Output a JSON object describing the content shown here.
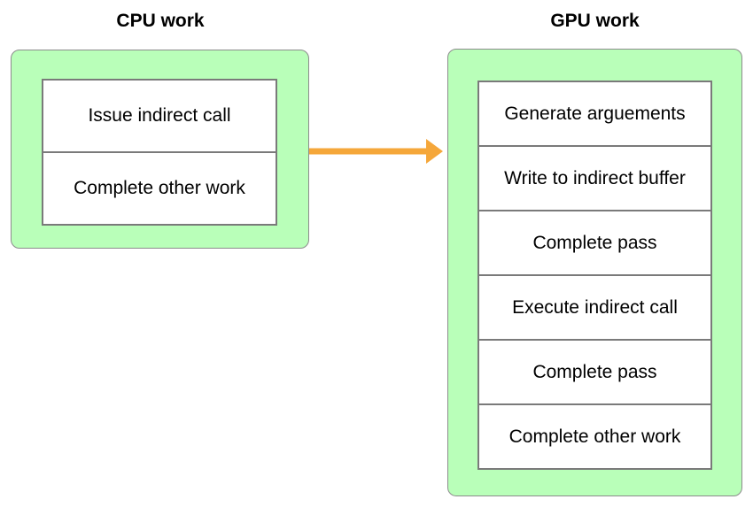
{
  "diagram": {
    "cpu": {
      "title": "CPU work",
      "steps": [
        "Issue indirect call",
        "Complete other work"
      ]
    },
    "gpu": {
      "title": "GPU work",
      "steps": [
        "Generate arguements",
        "Write to indirect buffer",
        "Complete pass",
        "Execute indirect call",
        "Complete pass",
        "Complete other work"
      ]
    },
    "colors": {
      "panel_fill": "#b9ffb9",
      "panel_border": "#8c8c8c",
      "box_border": "#7a7a7a",
      "arrow": "#f5a73a"
    }
  }
}
